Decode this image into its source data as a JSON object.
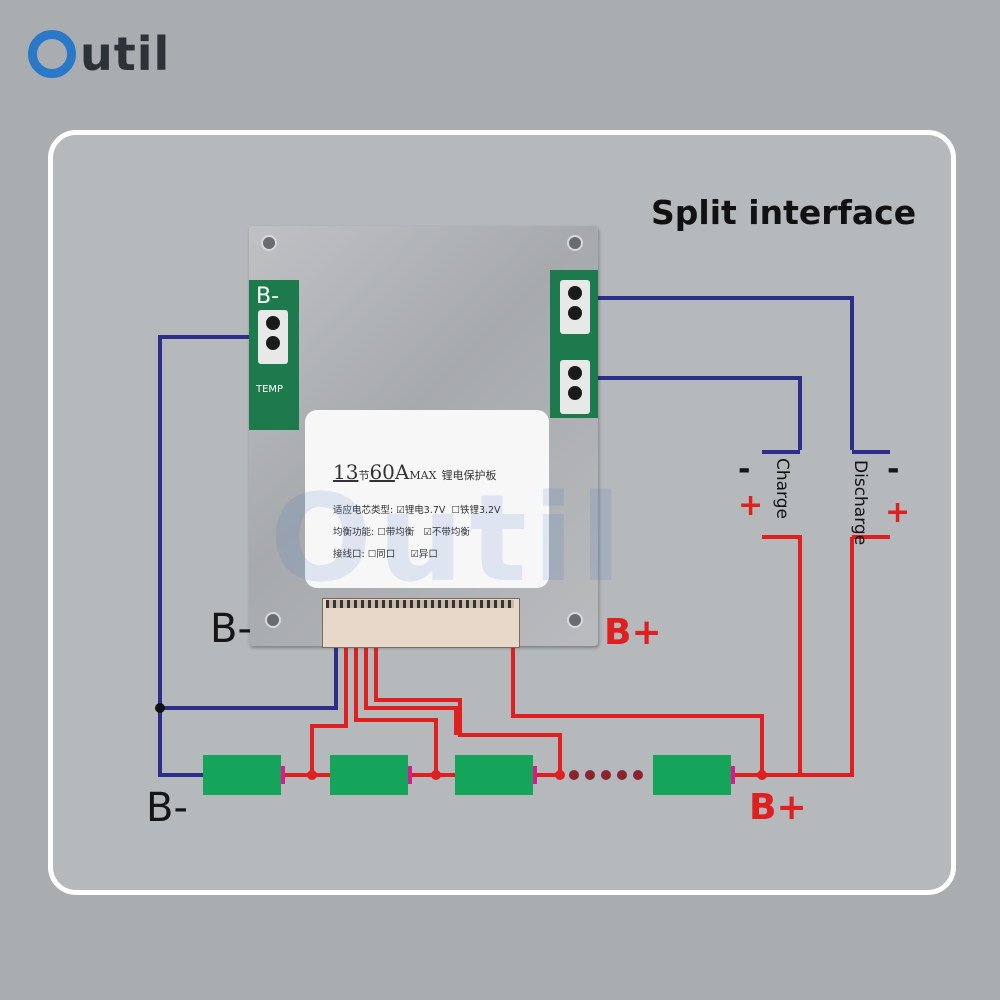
{
  "brand": {
    "logo_text": "util",
    "watermark_text": "Outil"
  },
  "title": "Split interface",
  "terminals": {
    "b_minus_board": "B-",
    "b_plus_board": "B+",
    "b_minus_bottom": "B-",
    "b_plus_bottom": "B+"
  },
  "ports": {
    "charge": {
      "label": "Charge",
      "minus": "-",
      "plus": "+"
    },
    "discharge": {
      "label": "Discharge",
      "minus": "-",
      "plus": "+"
    }
  },
  "pcb": {
    "b_minus": "B-",
    "temp": "TEMP"
  },
  "label_card": {
    "count": "13",
    "count_unit": "节",
    "current": "60",
    "current_unit": "A",
    "max": "MAX",
    "series_text": "锂电保护板",
    "rows": [
      {
        "field": "适应电芯类型:",
        "opt1_check": "☑",
        "opt1": "锂电3.7V",
        "opt2_check": "☐",
        "opt2": "铁锂3.2V"
      },
      {
        "field": "均衡功能:",
        "opt1_check": "☐",
        "opt1": "带均衡",
        "opt2_check": "☑",
        "opt2": "不带均衡"
      },
      {
        "field": "接线口:",
        "opt1_check": "☐",
        "opt1": "同口",
        "opt2_check": "☑",
        "opt2": "异口"
      }
    ]
  },
  "battery": {
    "cells_shown": 4,
    "ellipsis": "••••••"
  },
  "colors": {
    "negative_wire": "#2b2f8a",
    "positive_wire": "#e02020",
    "cell": "#14a45a",
    "logo_blue": "#2a78c8"
  }
}
